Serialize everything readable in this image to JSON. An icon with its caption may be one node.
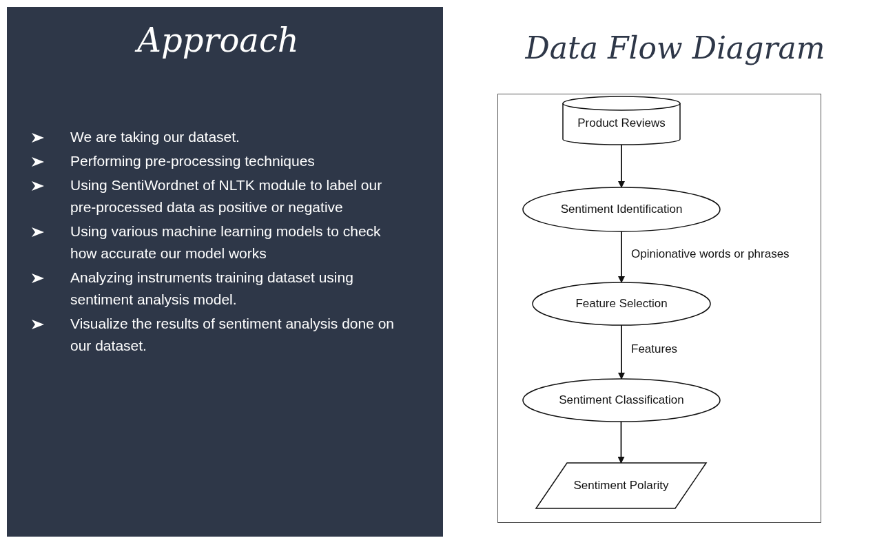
{
  "diagram": {
    "title": "Data Flow Diagram",
    "nodes": [
      {
        "text": [
          "Product Reviews"
        ]
      },
      {
        "text": [
          "Sentiment Identification"
        ]
      },
      {
        "text": [
          "Feature Selection"
        ]
      },
      {
        "text": [
          "Sentiment Classification"
        ]
      },
      {
        "text": [
          "Sentiment Polarity"
        ]
      }
    ],
    "edges": [
      {
        "from": 0,
        "to": 1,
        "arrow": "to"
      },
      {
        "from": 1,
        "to": 2,
        "arrow": "to",
        "label": "Opinionative words or phrases"
      },
      {
        "from": 2,
        "to": 3,
        "arrow": "to",
        "label": "Features"
      },
      {
        "from": 3,
        "to": 4,
        "arrow": "to"
      }
    ],
    "labels": [
      "Approach",
      "We are taking our dataset.",
      "Performing pre-processing techniques",
      "Using SentiWordnet of NLTK module to label our  pre-processed data as positive or negative",
      "Using various machine learning models to check how accurate our model works",
      "Analyzing instruments training dataset using sentiment analysis model.",
      "Visualize the results of sentiment analysis done on our dataset."
    ]
  }
}
